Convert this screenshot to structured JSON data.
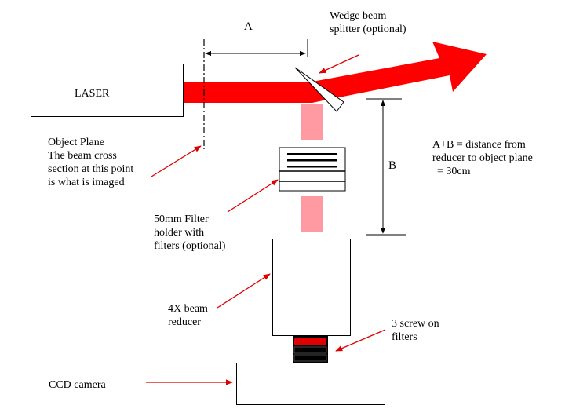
{
  "labels": {
    "laser": "LASER",
    "dim_a": "A",
    "dim_b": "B",
    "splitter": [
      "Wedge beam",
      "splitter (optional)"
    ],
    "object_plane": [
      "Object Plane",
      "The beam cross",
      "section at this point",
      "is what is imaged"
    ],
    "formula": [
      "A+B = distance from",
      "reducer to object plane",
      "= 30cm"
    ],
    "filter_holder": [
      "50mm Filter",
      "holder with",
      "filters (optional)"
    ],
    "reducer": [
      "4X beam",
      "reducer"
    ],
    "screw_filters": [
      "3 screw on",
      "filters"
    ],
    "ccd": "CCD camera"
  },
  "colors": {
    "beam": "#ff0000",
    "attenuated_beam": "#ff9aa2",
    "arrows": "#e00000",
    "lines": "#000000"
  }
}
